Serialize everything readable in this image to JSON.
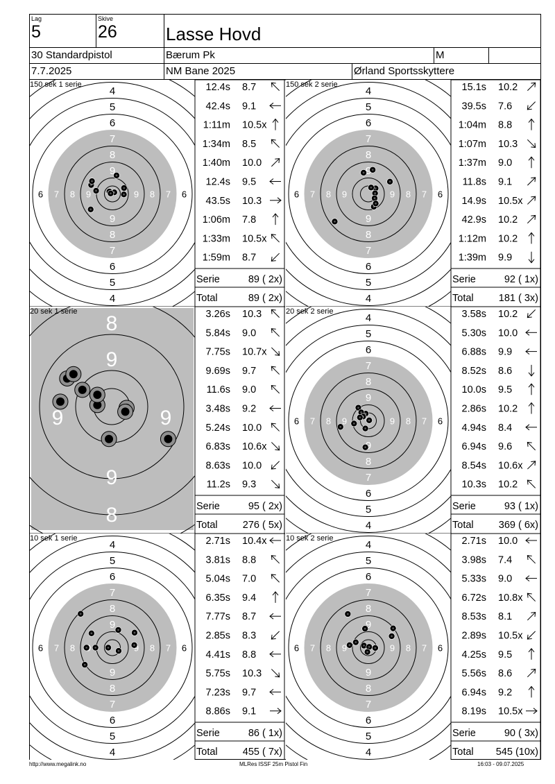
{
  "header": {
    "lag_label": "Lag",
    "lag_value": "5",
    "skive_label": "Skive",
    "skive_value": "26",
    "shooter_name": "Lasse Hovd",
    "discipline": "30 Standardpistol",
    "club": "Bærum Pk",
    "gender": "M",
    "date": "7.7.2025",
    "competition": "NM Bane 2025",
    "host": "Ørland Sportsskyttere"
  },
  "labels": {
    "serie": "Serie",
    "total": "Total"
  },
  "series": [
    {
      "title": "150 sek 1 serie",
      "target": "std",
      "shots": [
        {
          "time": "12.4s",
          "score": "8.7",
          "arrow": "nw",
          "pos": [
            0.26,
            1.16
          ]
        },
        {
          "time": "42.4s",
          "score": "9.1",
          "arrow": "w",
          "pos": [
            0.73,
            0.37
          ]
        },
        {
          "time": "1:11m",
          "score": "10.5x",
          "arrow": "n",
          "pos": [
            0.12,
            0.1
          ]
        },
        {
          "time": "1:34m",
          "score": "8.5",
          "arrow": "nw",
          "pos": [
            -1.33,
            0.56
          ]
        },
        {
          "time": "1:40m",
          "score": "10.0",
          "arrow": "ne",
          "pos": [
            -0.19,
            0.15
          ]
        },
        {
          "time": "12.4s",
          "score": "9.5",
          "arrow": "w",
          "pos": [
            -1.02,
            0.2
          ]
        },
        {
          "time": "43.5s",
          "score": "10.3",
          "arrow": "e",
          "pos": [
            -0.11,
            0.03
          ]
        },
        {
          "time": "1:06m",
          "score": "7.8",
          "arrow": "n",
          "pos": [
            -1.36,
            -0.97
          ]
        },
        {
          "time": "1:33m",
          "score": "10.5x",
          "arrow": "nw",
          "pos": [
            0.72,
            -0.03
          ]
        },
        {
          "time": "1:59m",
          "score": "8.7",
          "arrow": "sw",
          "pos": [
            -1.28,
            0.8
          ]
        }
      ],
      "serie_score": "89 ( 2x)",
      "total_score": "89 ( 2x)"
    },
    {
      "title": "150 sek 2 serie",
      "target": "std",
      "shots": [
        {
          "time": "15.1s",
          "score": "10.2",
          "arrow": "ne",
          "pos": [
            0.45,
            0.35
          ]
        },
        {
          "time": "39.5s",
          "score": "7.6",
          "arrow": "sw",
          "pos": [
            -2.11,
            -1.73
          ]
        },
        {
          "time": "1:04m",
          "score": "8.8",
          "arrow": "n",
          "pos": [
            1.35,
            0.77
          ]
        },
        {
          "time": "1:07m",
          "score": "10.3",
          "arrow": "se",
          "pos": [
            0.42,
            0.04
          ]
        },
        {
          "time": "1:37m",
          "score": "9.0",
          "arrow": "n",
          "pos": [
            -0.3,
            1.33
          ]
        },
        {
          "time": "11.8s",
          "score": "9.1",
          "arrow": "ne",
          "pos": [
            0.34,
            -0.8
          ]
        },
        {
          "time": "14.9s",
          "score": "10.5x",
          "arrow": "ne",
          "pos": [
            0.17,
            0.4
          ]
        },
        {
          "time": "42.9s",
          "score": "10.2",
          "arrow": "ne",
          "pos": [
            0.39,
            -0.27
          ]
        },
        {
          "time": "1:12m",
          "score": "10.2",
          "arrow": "n",
          "pos": [
            0.27,
            1.51
          ]
        },
        {
          "time": "1:39m",
          "score": "9.9",
          "arrow": "s",
          "pos": [
            0.46,
            -0.6
          ]
        }
      ],
      "serie_score": "92 ( 1x)",
      "total_score": "181 ( 3x)"
    },
    {
      "title": "20 sek 1 serie",
      "target": "zoom",
      "shots": [
        {
          "time": "3.26s",
          "score": "10.3",
          "arrow": "nw",
          "pos": [
            0.42,
            -0.07
          ]
        },
        {
          "time": "5.84s",
          "score": "9.0",
          "arrow": "nw",
          "pos": [
            -2.71,
            1.48
          ]
        },
        {
          "time": "7.75s",
          "score": "10.7x",
          "arrow": "se",
          "pos": [
            0.35,
            -0.27
          ]
        },
        {
          "time": "9.69s",
          "score": "9.7",
          "arrow": "nw",
          "pos": [
            -1.12,
            0.08
          ]
        },
        {
          "time": "11.6s",
          "score": "9.0",
          "arrow": "nw",
          "pos": [
            -2.38,
            1.71
          ]
        },
        {
          "time": "3.48s",
          "score": "9.2",
          "arrow": "w",
          "pos": [
            -1.91,
            0.88
          ]
        },
        {
          "time": "5.24s",
          "score": "10.0",
          "arrow": "nw",
          "pos": [
            -0.51,
            -1.71
          ]
        },
        {
          "time": "6.83s",
          "score": "10.6x",
          "arrow": "se",
          "pos": [
            -1.12,
            0.62
          ]
        },
        {
          "time": "8.63s",
          "score": "10.0",
          "arrow": "sw",
          "pos": [
            2.61,
            -1.71
          ]
        },
        {
          "time": "11.2s",
          "score": "9.3",
          "arrow": "se",
          "pos": [
            -3.07,
            0.26
          ]
        }
      ],
      "serie_score": "95 ( 2x)",
      "total_score": "276 ( 5x)"
    },
    {
      "title": "20 sek 2 serie",
      "target": "std",
      "shots": [
        {
          "time": "3.58s",
          "score": "10.2",
          "arrow": "sw",
          "pos": [
            -0.17,
            0.45
          ]
        },
        {
          "time": "5.30s",
          "score": "10.0",
          "arrow": "w",
          "pos": [
            0.05,
            0.03
          ]
        },
        {
          "time": "6.88s",
          "score": "9.9",
          "arrow": "w",
          "pos": [
            -0.63,
            0.82
          ]
        },
        {
          "time": "8.52s",
          "score": "8.6",
          "arrow": "s",
          "pos": [
            -0.19,
            -1.66
          ]
        },
        {
          "time": "10.0s",
          "score": "9.5",
          "arrow": "n",
          "pos": [
            -0.19,
            -0.48
          ]
        },
        {
          "time": "2.86s",
          "score": "10.2",
          "arrow": "n",
          "pos": [
            -0.45,
            0.53
          ]
        },
        {
          "time": "4.94s",
          "score": "8.4",
          "arrow": "w",
          "pos": [
            -1.75,
            -0.38
          ]
        },
        {
          "time": "6.94s",
          "score": "9.6",
          "arrow": "nw",
          "pos": [
            -0.9,
            -0.17
          ]
        },
        {
          "time": "8.54s",
          "score": "10.6x",
          "arrow": "ne",
          "pos": [
            -0.33,
            0.27
          ]
        },
        {
          "time": "10.3s",
          "score": "10.2",
          "arrow": "nw",
          "pos": [
            -0.53,
            0.21
          ]
        }
      ],
      "serie_score": "93 ( 1x)",
      "total_score": "369 ( 6x)"
    },
    {
      "title": "10 sek 1 serie",
      "target": "std",
      "shots": [
        {
          "time": "2.71s",
          "score": "10.4x",
          "arrow": "w",
          "pos": [
            0.39,
            -0.2
          ]
        },
        {
          "time": "3.81s",
          "score": "8.8",
          "arrow": "nw",
          "pos": [
            -1.31,
            0.9
          ]
        },
        {
          "time": "5.04s",
          "score": "7.0",
          "arrow": "nw",
          "pos": [
            -1.99,
            2.12
          ]
        },
        {
          "time": "6.35s",
          "score": "9.4",
          "arrow": "n",
          "pos": [
            -1.06,
            0.0
          ]
        },
        {
          "time": "7.77s",
          "score": "8.7",
          "arrow": "w",
          "pos": [
            1.39,
            0.94
          ]
        },
        {
          "time": "2.85s",
          "score": "8.3",
          "arrow": "sw",
          "pos": [
            -1.73,
            -1.07
          ]
        },
        {
          "time": "4.41s",
          "score": "8.8",
          "arrow": "w",
          "pos": [
            -1.62,
            0.0
          ]
        },
        {
          "time": "5.75s",
          "score": "10.3",
          "arrow": "se",
          "pos": [
            -0.26,
            0.0
          ]
        },
        {
          "time": "7.23s",
          "score": "9.7",
          "arrow": "w",
          "pos": [
            0.37,
            1.11
          ]
        },
        {
          "time": "8.86s",
          "score": "9.1",
          "arrow": "e",
          "pos": [
            1.37,
            0.16
          ]
        }
      ],
      "serie_score": "86 ( 1x)",
      "total_score": "455 ( 7x)"
    },
    {
      "title": "10 sek 2 serie",
      "target": "std",
      "shots": [
        {
          "time": "2.71s",
          "score": "10.0",
          "arrow": "w",
          "pos": [
            -0.28,
            0.13
          ]
        },
        {
          "time": "3.98s",
          "score": "7.4",
          "arrow": "nw",
          "pos": [
            -1.29,
            2.11
          ]
        },
        {
          "time": "5.33s",
          "score": "9.0",
          "arrow": "w",
          "pos": [
            -0.21,
            1.19
          ]
        },
        {
          "time": "6.72s",
          "score": "10.8x",
          "arrow": "nw",
          "pos": [
            0.05,
            0.05
          ]
        },
        {
          "time": "8.53s",
          "score": "8.1",
          "arrow": "ne",
          "pos": [
            1.55,
            1.21
          ]
        },
        {
          "time": "2.89s",
          "score": "10.5x",
          "arrow": "sw",
          "pos": [
            0.43,
            -0.02
          ]
        },
        {
          "time": "4.25s",
          "score": "9.5",
          "arrow": "n",
          "pos": [
            -1.18,
            0.16
          ]
        },
        {
          "time": "5.56s",
          "score": "8.6",
          "arrow": "ne",
          "pos": [
            1.46,
            0.72
          ]
        },
        {
          "time": "6.94s",
          "score": "9.2",
          "arrow": "n",
          "pos": [
            -0.79,
            0.34
          ]
        },
        {
          "time": "8.19s",
          "score": "10.5x",
          "arrow": "e",
          "pos": [
            -0.06,
            -0.27
          ]
        }
      ],
      "serie_score": "90 ( 3x)",
      "total_score": "545 (10x)"
    }
  ],
  "footer": {
    "left": "http://www.megalink.no",
    "center": "MLRes ISSF 25m Pistol Fin",
    "right": "16:03 - 09.07.2025"
  }
}
